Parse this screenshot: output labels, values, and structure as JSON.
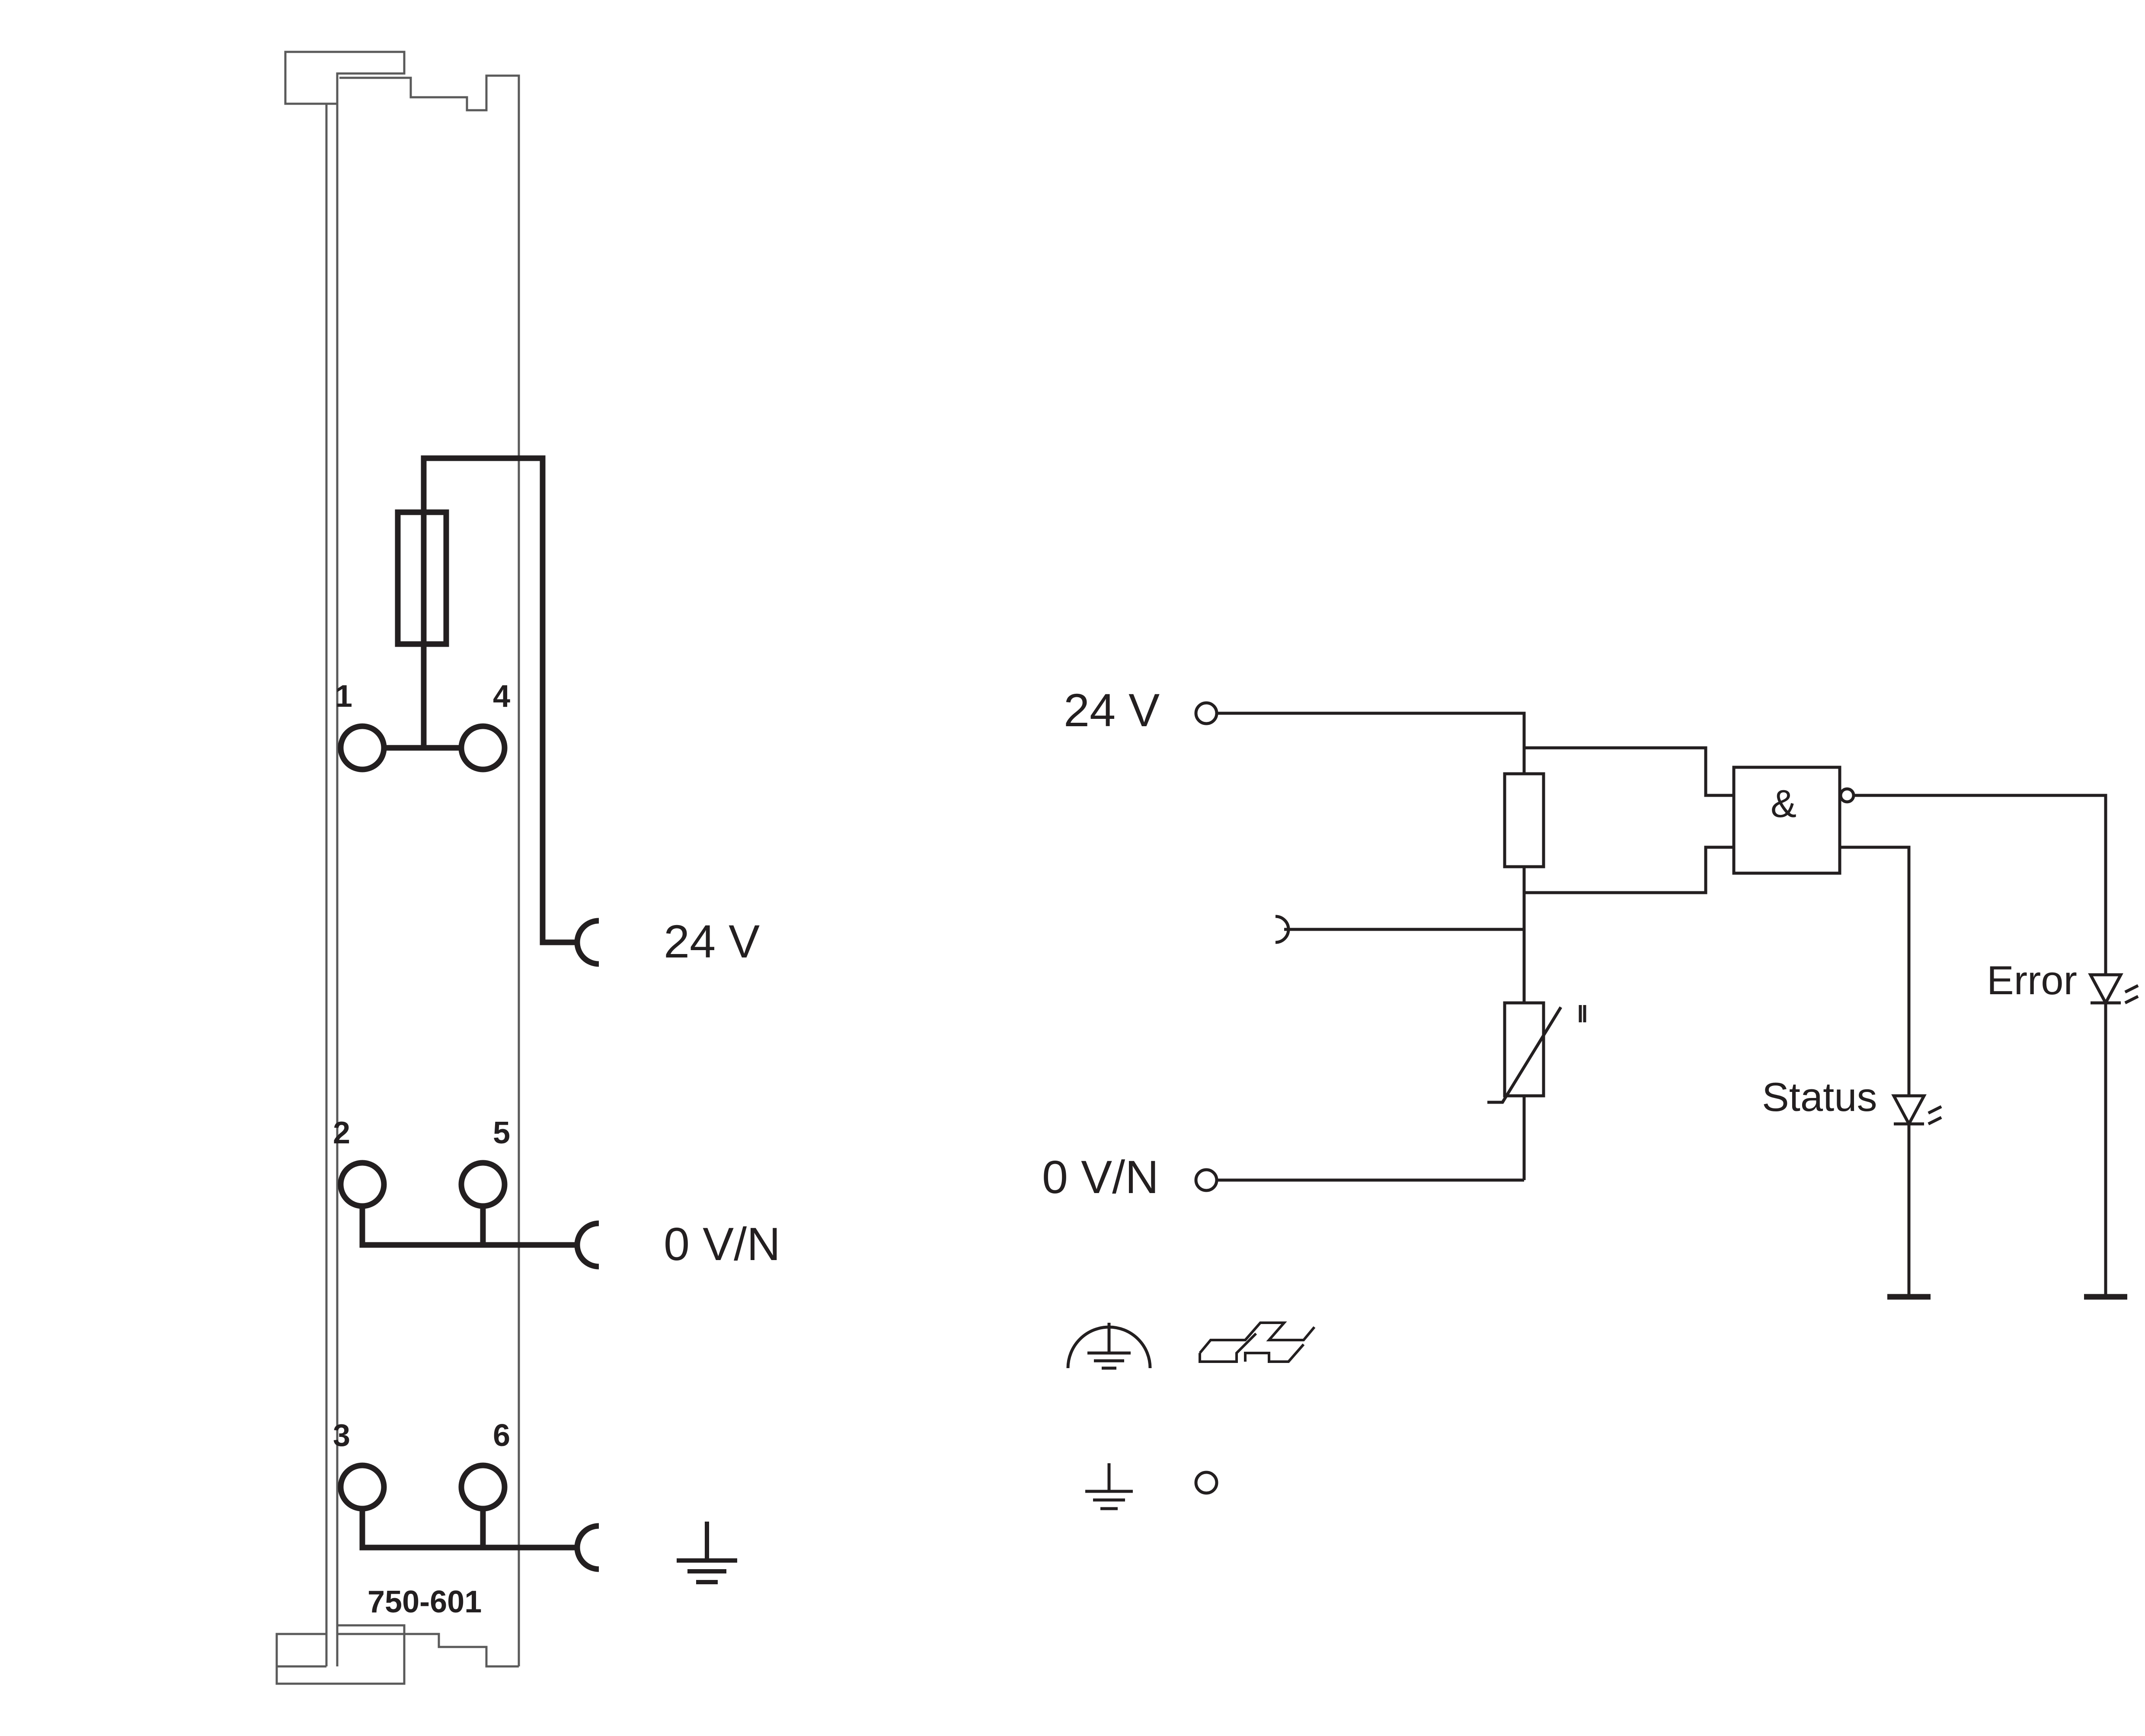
{
  "module": {
    "part_number": "750-601",
    "terminals": [
      "1",
      "4",
      "2",
      "5",
      "3",
      "6"
    ],
    "outputs": {
      "supply": "24 V",
      "neutral": "0 V/N"
    }
  },
  "schematic": {
    "supply_label": "24 V",
    "neutral_label": "0 V/N",
    "gate_symbol": "&",
    "led_status_label": "Status",
    "led_error_label": "Error"
  },
  "icons": [
    "fuse-icon",
    "varistor-icon",
    "and-gate-icon",
    "led-icon",
    "ground-icon",
    "protective-earth-icon",
    "din-rail-icon",
    "terminal-point-icon",
    "contact-spring-icon"
  ],
  "colors": {
    "line": "#231f20",
    "outline": "#5a5a5a",
    "background": "#ffffff"
  }
}
